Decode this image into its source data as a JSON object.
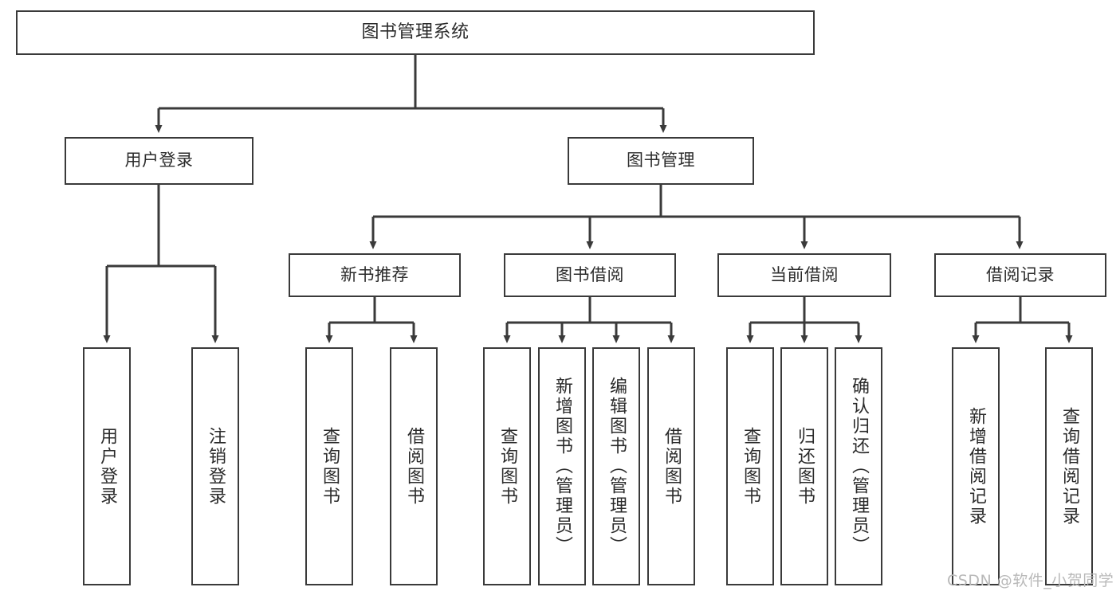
{
  "diagram": {
    "title": "图书管理系统",
    "type": "hierarchy-tree",
    "root": {
      "id": "root",
      "label": "图书管理系统"
    },
    "level2": [
      {
        "id": "user-login",
        "label": "用户登录"
      },
      {
        "id": "book-manage",
        "label": "图书管理"
      }
    ],
    "level3": [
      {
        "id": "new-book-recommend",
        "label": "新书推荐",
        "parent": "book-manage"
      },
      {
        "id": "book-borrow",
        "label": "图书借阅",
        "parent": "book-manage"
      },
      {
        "id": "current-borrow",
        "label": "当前借阅",
        "parent": "book-manage"
      },
      {
        "id": "borrow-record",
        "label": "借阅记录",
        "parent": "book-manage"
      }
    ],
    "leaves": [
      {
        "id": "leaf-user-login",
        "label": "用户登录",
        "parent": "user-login"
      },
      {
        "id": "leaf-logout",
        "label": "注销登录",
        "parent": "user-login"
      },
      {
        "id": "leaf-query-book-1",
        "label": "查询图书",
        "parent": "new-book-recommend"
      },
      {
        "id": "leaf-borrow-book-1",
        "label": "借阅图书",
        "parent": "new-book-recommend"
      },
      {
        "id": "leaf-query-book-2",
        "label": "查询图书",
        "parent": "book-borrow"
      },
      {
        "id": "leaf-add-book",
        "label": "新增图书（管理员）",
        "parent": "book-borrow"
      },
      {
        "id": "leaf-edit-book",
        "label": "编辑图书（管理员）",
        "parent": "book-borrow"
      },
      {
        "id": "leaf-borrow-book-2",
        "label": "借阅图书",
        "parent": "book-borrow"
      },
      {
        "id": "leaf-query-book-3",
        "label": "查询图书",
        "parent": "current-borrow"
      },
      {
        "id": "leaf-return-book",
        "label": "归还图书",
        "parent": "current-borrow"
      },
      {
        "id": "leaf-confirm-return",
        "label": "确认归还（管理员）",
        "parent": "current-borrow"
      },
      {
        "id": "leaf-add-record",
        "label": "新增借阅记录",
        "parent": "borrow-record"
      },
      {
        "id": "leaf-query-record",
        "label": "查询借阅记录",
        "parent": "borrow-record"
      }
    ],
    "colors": {
      "stroke": "#3a3a3a",
      "fill": "#ffffff",
      "text": "#2b2b2b",
      "watermark": "#b9b9b9"
    }
  },
  "watermark": {
    "text": "CSDN @软件_小贺同学"
  }
}
